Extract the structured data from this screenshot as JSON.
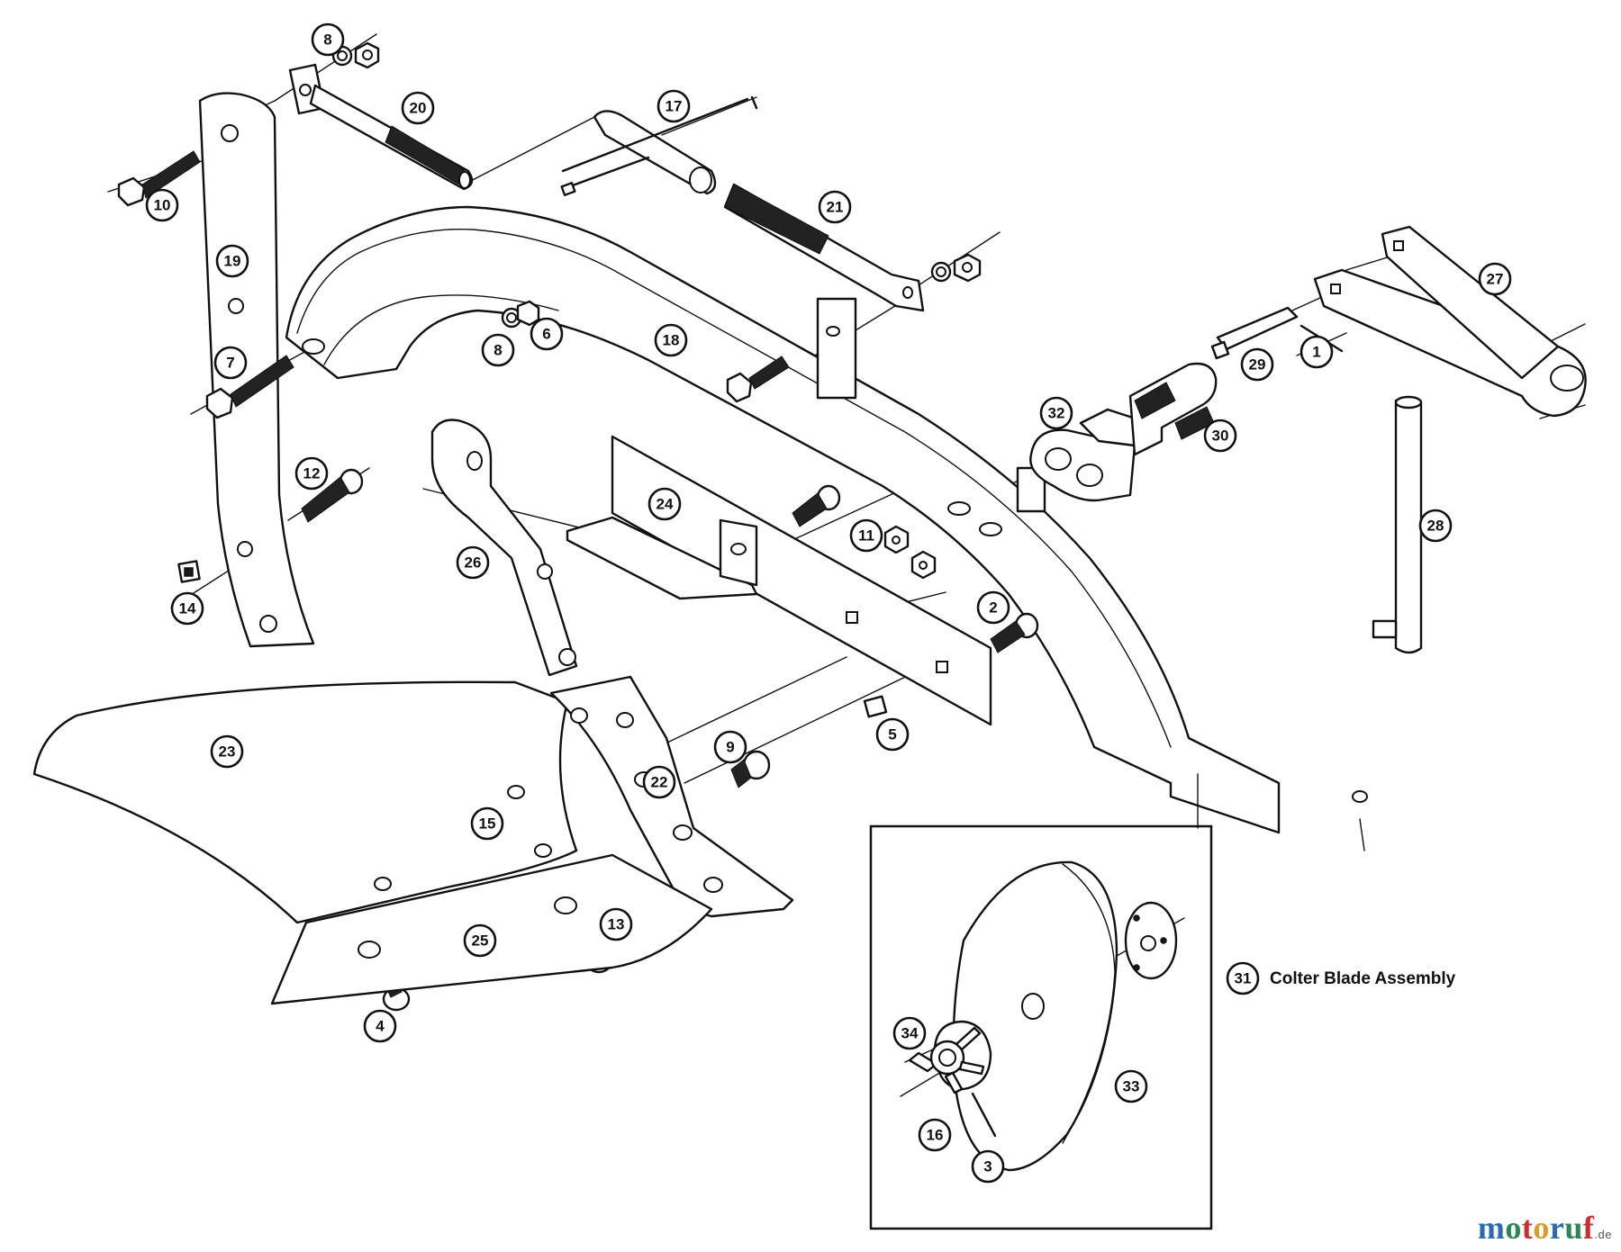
{
  "callouts": {
    "p1": "1",
    "p2": "2",
    "p3": "3",
    "p4": "4",
    "p5": "5",
    "p6": "6",
    "p7": "7",
    "p8a": "8",
    "p8b": "8",
    "p9": "9",
    "p10": "10",
    "p11": "11",
    "p12": "12",
    "p13": "13",
    "p14": "14",
    "p15": "15",
    "p16": "16",
    "p17": "17",
    "p18": "18",
    "p19": "19",
    "p20": "20",
    "p21": "21",
    "p22": "22",
    "p23": "23",
    "p24": "24",
    "p25": "25",
    "p26": "26",
    "p27": "27",
    "p28": "28",
    "p29": "29",
    "p30": "30",
    "p31": "31",
    "p32": "32",
    "p33": "33",
    "p34": "34"
  },
  "inset": {
    "caption": "Colter Blade Assembly"
  },
  "watermark": {
    "letters": [
      "m",
      "o",
      "t",
      "o",
      "r",
      "u",
      "f"
    ],
    "colors": [
      "#2b6cb0",
      "#2f855a",
      "#c53030",
      "#d69e2e",
      "#2b6cb0",
      "#2f855a",
      "#c53030"
    ],
    "suffix": ".de"
  }
}
